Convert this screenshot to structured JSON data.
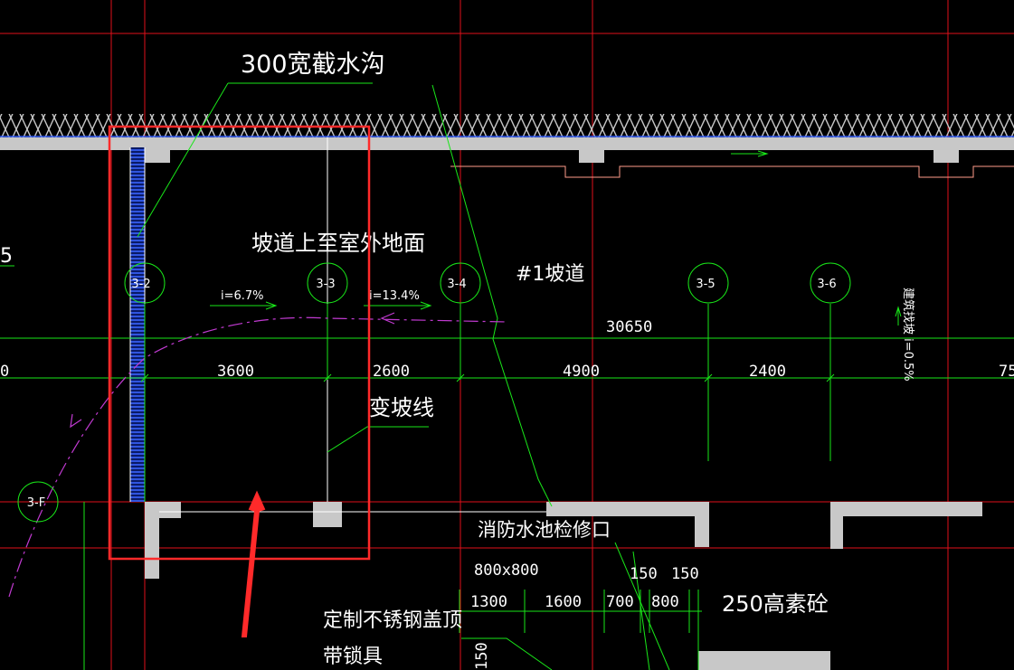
{
  "colors": {
    "background": "#000000",
    "grid_red": "#e0101a",
    "green": "#19e619",
    "white_text": "#ffffff",
    "wall_gray": "#c8c8c8",
    "highlight_red": "#ff2a2a",
    "hatch_blue": "#3a64ff",
    "magenta": "#c13ad1",
    "salmon": "#ff9c8a"
  },
  "labels": {
    "ditch": "300宽截水沟",
    "ramp_top": "坡道上至室外地面",
    "ramp_name": "#1坡道",
    "slope_change": "变坡线",
    "manhole": "消防水池检修口",
    "manhole_size": "800x800",
    "cover_line1": "定制不锈钢盖顶",
    "cover_line2": "带锁具",
    "concrete": "250高素砼",
    "slope1": "i=6.7%",
    "slope2": "i=13.4%",
    "vertical_note": "建筑找坡 i=0.5%",
    "left_edge": "5"
  },
  "axes": {
    "a32": "3-2",
    "a33": "3-3",
    "a34": "3-4",
    "a35": "3-5",
    "a36": "3-6",
    "a3f": "3-F"
  },
  "dimensions": {
    "total": "30650",
    "d0": "0",
    "d1": "3600",
    "d2": "2600",
    "d3": "4900",
    "d4": "2400",
    "d5": "75",
    "b1": "1300",
    "b2": "1600",
    "b3": "700",
    "b4": "800",
    "b5": "150",
    "b6": "150",
    "v1": "150"
  }
}
